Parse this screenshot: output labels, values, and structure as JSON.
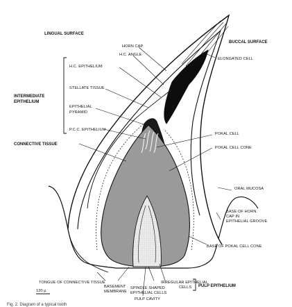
{
  "labels": {
    "lingual_surface": "LINGUAL SURFACE",
    "buccal_surface": "BUCCAL SURFACE",
    "horn_cap": "HORN CAP",
    "hc_angle": "H.C. ANGLE",
    "hc_epithelium": "H.C. EPITHELIUM",
    "elongated_cell": "ELONGATED CELL",
    "stellate_tissue": "STELLATE TISSUE",
    "epithelial_pyramid_1": "EPITHELIAL",
    "epithelial_pyramid_2": "PYRAMID",
    "intermediate_1": "INTERMEDIATE",
    "intermediate_2": "EPITHELIUM",
    "pcc_epithelium": "P.C.C. EPITHELIUM",
    "pokal_cell": "POKAL CELL",
    "connective_tissue": "CONNECTIVE TISSUE",
    "pokal_cell_cone": "POKAL CELL CONE",
    "oral_mucosa": "ORAL MUCOSA",
    "base_horn_cap_1": "BASE OF HORN",
    "base_horn_cap_2": "CAP IN",
    "base_horn_cap_3": "EPITHELIAL GROOVE",
    "base_pokal_cone": "BASE OF POKAL CELL CONE",
    "tongue_ct": "TONGUE OF CONNECTIVE TISSUE",
    "scale": "120 μ",
    "basement_1": "BASEMENT",
    "basement_2": "MEMBRANE",
    "spindle_1": "SPINDLE SHAPED",
    "spindle_2": "EPITHELIAL CELLS",
    "irregular_1": "IRREGULAR EPITHELIAL",
    "irregular_2": "CELLS",
    "pulp_epithelium": "PULP EPITHELIUM",
    "pulp_cavity": "PULP CAVITY",
    "caption": "Fig. 2.  Diagram of a typical tooth"
  },
  "colors": {
    "ink": "#111111",
    "cone_fill": "#9a9a9a",
    "pulp_fill": "#ededed",
    "horn_cap_fill": "#0d0d0d"
  }
}
